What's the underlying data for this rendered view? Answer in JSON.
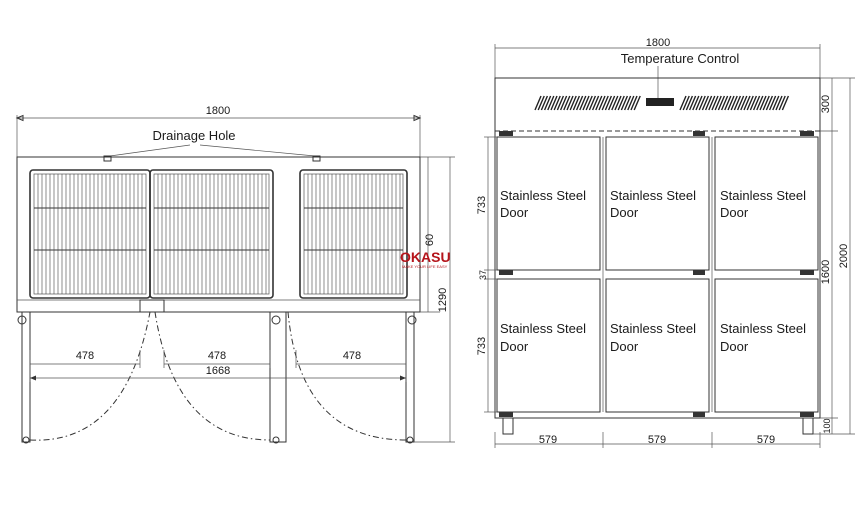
{
  "front_view": {
    "width_label": "1800",
    "drainage_label": "Drainage Hole",
    "height_label_upper": "60",
    "height_label_lower": "1290",
    "shelf_widths": [
      "478",
      "478",
      "478"
    ],
    "inner_width_label": "1668"
  },
  "side_view": {
    "width_label": "1800",
    "control_label": "Temperature Control",
    "top_height": "300",
    "total_height": "2000",
    "body_height": "1600",
    "door_height_upper": "733",
    "door_gap": "37",
    "door_height_lower": "733",
    "base_height": "100",
    "door_widths": [
      "579",
      "579",
      "579"
    ],
    "door_label_line1": "Stainless Steel",
    "door_label_line2": "Door"
  },
  "watermark": {
    "brand": "OKASU",
    "sub": "MAKE YOUR LIFE EASY"
  }
}
